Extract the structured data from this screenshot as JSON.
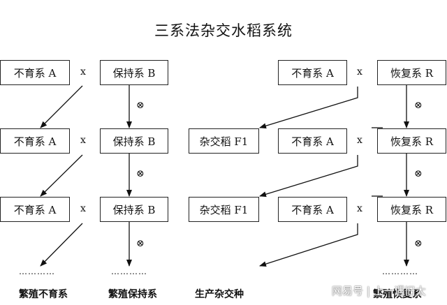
{
  "title": "三系法杂交水稻系统",
  "rows": [
    {
      "left": {
        "a": "不育系 A",
        "op": "x",
        "b": "保持系 B"
      },
      "right": {
        "a": "不育系 A",
        "op": "x",
        "b": "恢复系 R"
      },
      "hybrid": null
    },
    {
      "left": {
        "a": "不育系 A",
        "op": "x",
        "b": "保持系 B"
      },
      "right": {
        "a": "不育系 A",
        "op": "x",
        "b": "恢复系 R"
      },
      "hybrid": "杂交稻 F1"
    },
    {
      "left": {
        "a": "不育系 A",
        "op": "x",
        "b": "保持系 B"
      },
      "right": {
        "a": "不育系 A",
        "op": "x",
        "b": "恢复系 R"
      },
      "hybrid": "杂交稻 F1"
    }
  ],
  "selfing_symbol": "⊗",
  "continuation": "…………",
  "bottom_labels": [
    "繁殖不育系",
    "繁殖保持系",
    "生产杂交种",
    "繁殖恢复系"
  ],
  "watermark": "网易号 | 上一遇旧太"
}
